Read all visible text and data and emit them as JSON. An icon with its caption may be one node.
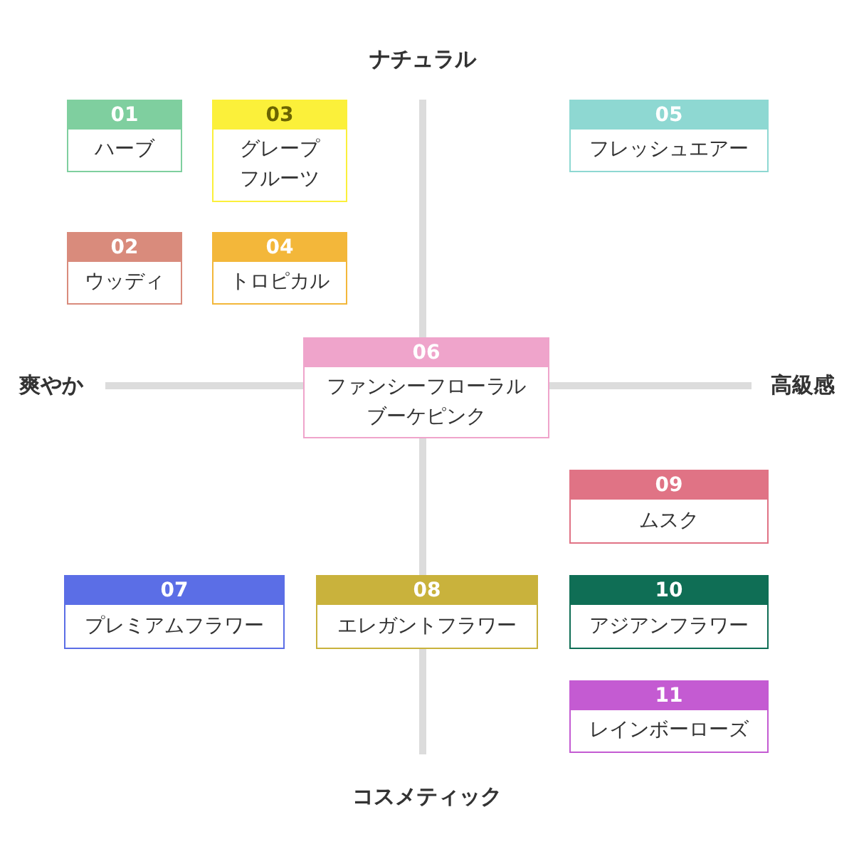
{
  "diagram": {
    "nodes": [
      {
        "text": [
          "01",
          "ハーブ"
        ]
      },
      {
        "text": [
          "03",
          "グレープフルーツ"
        ]
      },
      {
        "text": [
          "05",
          "フレッシュエアー"
        ]
      },
      {
        "text": [
          "02",
          "ウッディ"
        ]
      },
      {
        "text": [
          "04",
          "トロピカル"
        ]
      },
      {
        "text": [
          "06",
          "ファンシーフローラルブーケピンク"
        ]
      },
      {
        "text": [
          "09",
          "ムスク"
        ]
      },
      {
        "text": [
          "07",
          "プレミアムフラワー"
        ]
      },
      {
        "text": [
          "08",
          "エレガントフラワー"
        ]
      },
      {
        "text": [
          "10",
          "アジアンフラワー"
        ]
      },
      {
        "text": [
          "11",
          "レインボーローズ"
        ]
      }
    ],
    "labels": [
      "ナチュラル",
      "爽やか",
      "高級感",
      "コスメティック"
    ]
  }
}
